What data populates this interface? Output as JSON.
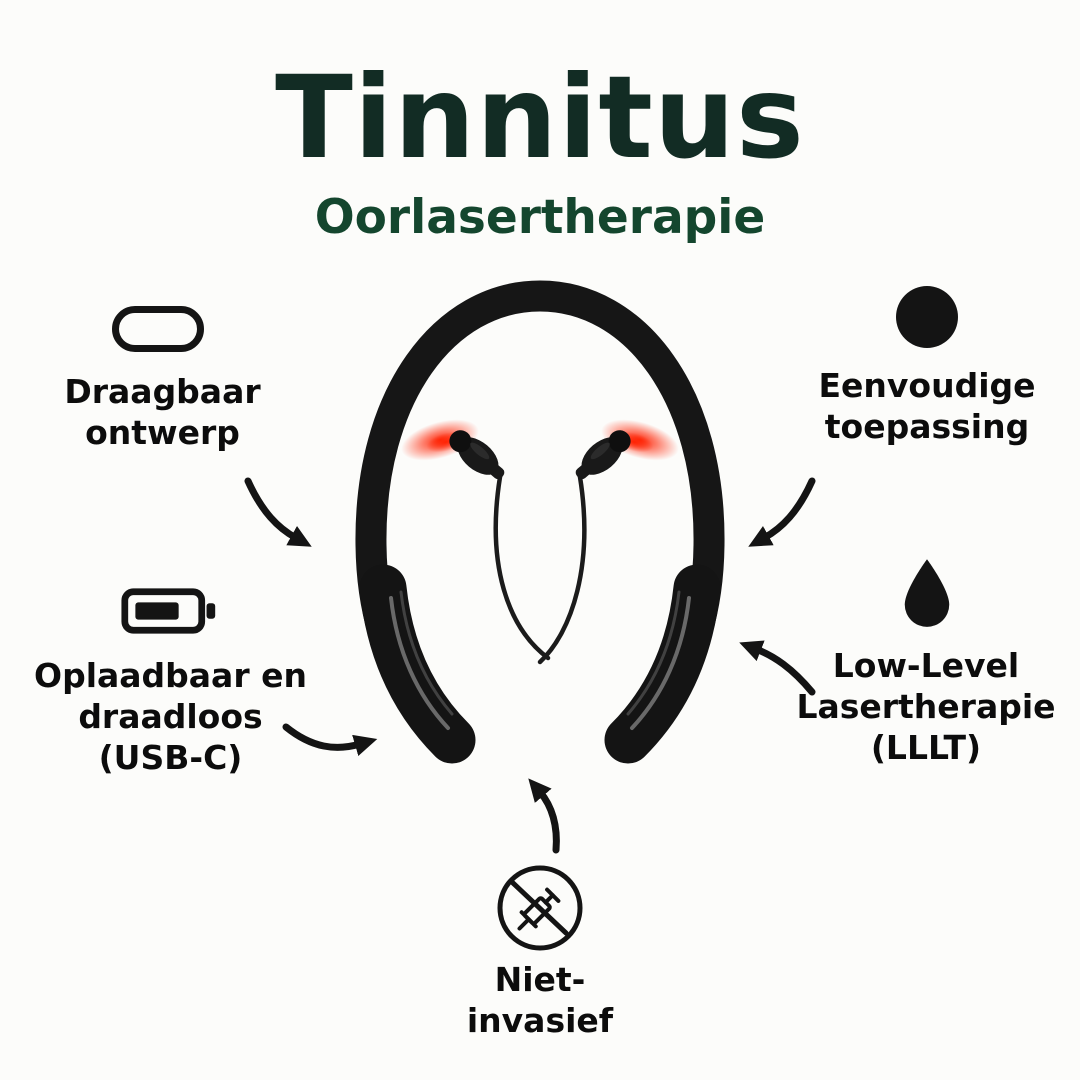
{
  "title": "Tinnitus",
  "subtitle": "Oorlasertherapie",
  "colors": {
    "title": "#122c24",
    "subtitle": "#14462e",
    "text": "#0c0c0c",
    "device": "#141414",
    "laser_glow": "#ff2000"
  },
  "features": [
    {
      "icon": "pill-outline-icon",
      "label": "Draagbaar\nontwerp"
    },
    {
      "icon": "battery-icon",
      "label": "Oplaadbaar en\ndraadloos\n(USB-C)"
    },
    {
      "icon": "dot-icon",
      "label": "Eenvoudige\ntoepassing"
    },
    {
      "icon": "droplet-icon",
      "label": "Low-Level\nLasertherapie\n(LLLT)"
    },
    {
      "icon": "no-syringe-icon",
      "label": "Niet-\ninvasief"
    }
  ]
}
